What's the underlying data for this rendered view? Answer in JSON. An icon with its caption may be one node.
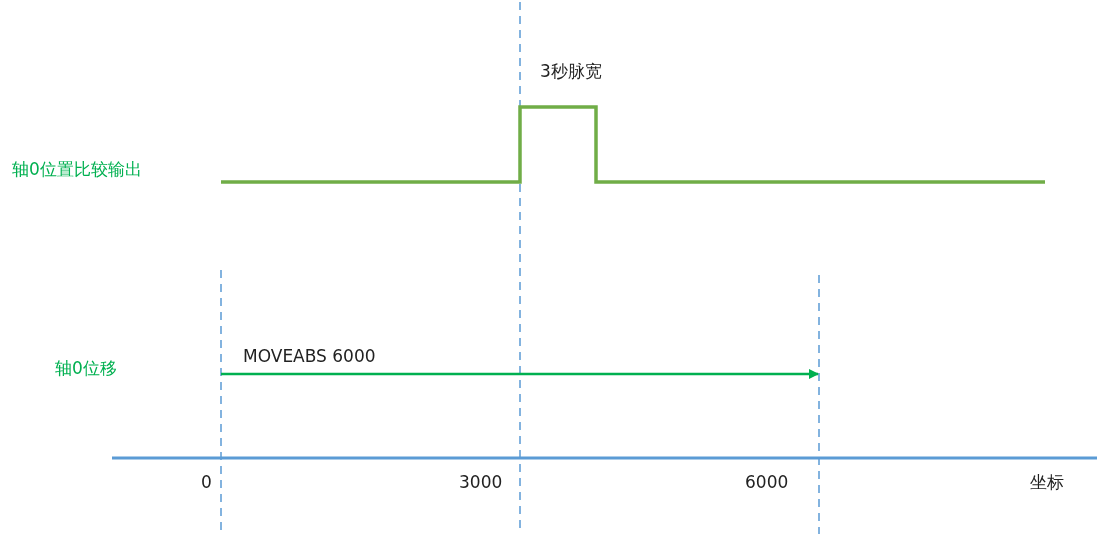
{
  "diagram": {
    "labels": [
      "3秒脉宽",
      "轴0位置比较输出",
      "轴0位移",
      "MOVEABS 6000",
      "0",
      "3000",
      "6000",
      "坐标"
    ]
  }
}
